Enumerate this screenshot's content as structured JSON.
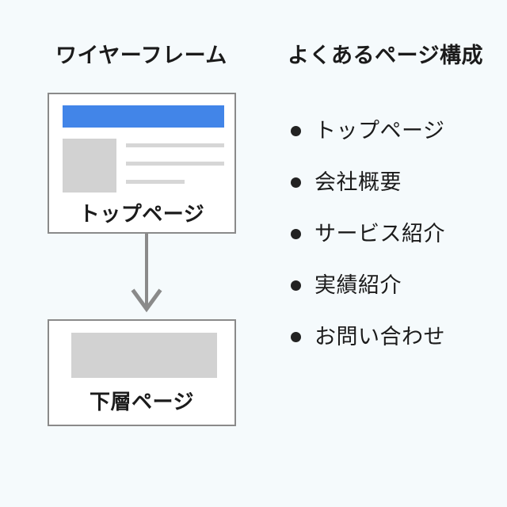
{
  "canvas": {
    "background_color": "#F5FAFC"
  },
  "columns": {
    "wireframe": {
      "heading": "ワイヤーフレーム",
      "cards": [
        {
          "id": "top-page",
          "label": "トップページ",
          "header_bar_color": "#4285E8",
          "placeholder_color": "#D2D2D2",
          "text_lines": 3
        },
        {
          "id": "lower-page",
          "label": "下層ページ",
          "placeholder_color": "#D2D2D2"
        }
      ],
      "connector": {
        "type": "arrow-down",
        "color": "#8A8A8A",
        "from": "トップページ",
        "to": "下層ページ"
      }
    },
    "page_structure": {
      "heading": "よくあるページ構成",
      "bullet_color": "#222222",
      "items": [
        {
          "label": "トップページ"
        },
        {
          "label": "会社概要"
        },
        {
          "label": "サービス紹介"
        },
        {
          "label": "実績紹介"
        },
        {
          "label": "お問い合わせ"
        }
      ]
    }
  }
}
